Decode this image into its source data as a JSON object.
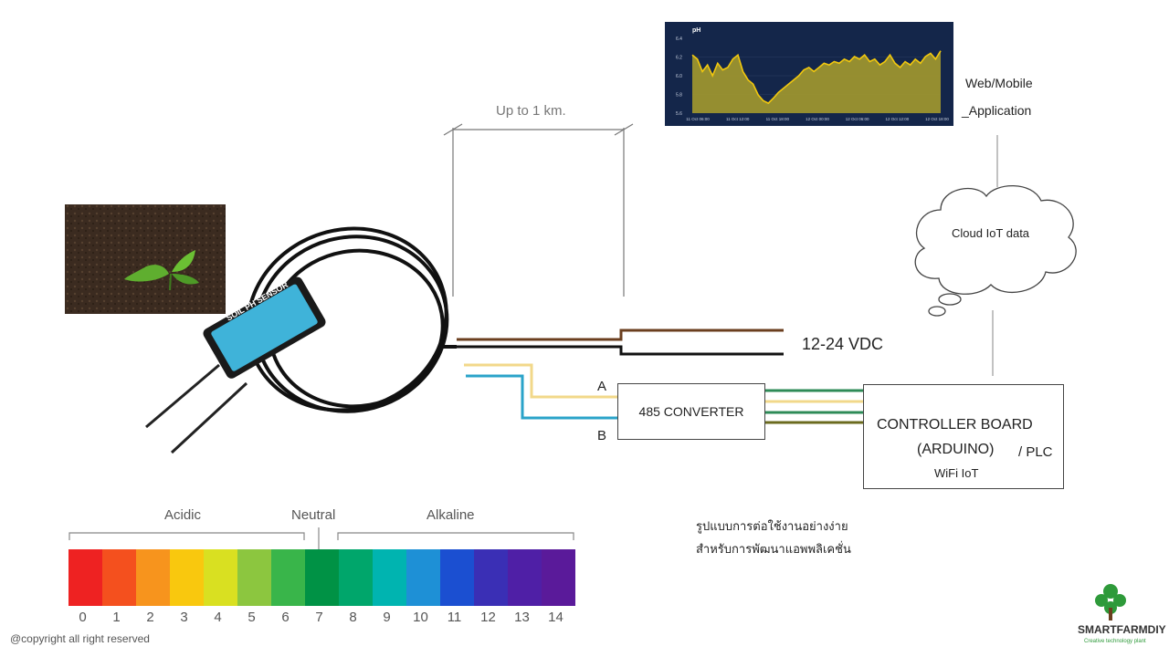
{
  "distance_label": "Up to 1 km.",
  "power_label": "12-24 VDC",
  "wire_a_label": "A",
  "wire_b_label": "B",
  "converter_label": "485 CONVERTER",
  "controller": {
    "line1": "CONTROLLER BOARD",
    "line2": "(ARDUINO)",
    "plc": "/ PLC",
    "wifi": "WiFi IoT"
  },
  "cloud_label": "Cloud IoT data",
  "app_label": {
    "line1": "Web/Mobile",
    "line2": "_Application"
  },
  "thai_note": {
    "line1": "รูปแบบการต่อใช้งานอย่างง่าย",
    "line2": "สำหรับการพัฒนาแอพพลิเคชั่น"
  },
  "sensor_text": "SOIL PH SENSOR",
  "scale": {
    "acidic": "Acidic",
    "neutral": "Neutral",
    "alkaline": "Alkaline",
    "numbers": [
      "0",
      "1",
      "2",
      "3",
      "4",
      "5",
      "6",
      "7",
      "8",
      "9",
      "10",
      "11",
      "12",
      "13",
      "14"
    ],
    "colors": [
      "#ee2222",
      "#f4501e",
      "#f7941d",
      "#f9c80e",
      "#d9e021",
      "#8cc63f",
      "#39b54a",
      "#009245",
      "#00a66b",
      "#00b4b0",
      "#1e90d6",
      "#1b4fd1",
      "#3a2fb5",
      "#4f1fa6",
      "#5a1a9a"
    ]
  },
  "chart_title": "pH",
  "chart_data": {
    "type": "area",
    "ylabel": "pH",
    "ytick_labels": [
      "6.4",
      "6.2",
      "6.0",
      "5.8",
      "5.6"
    ],
    "xtick_labels": [
      "11 Oct 06:00",
      "11 Oct 12:00",
      "11 Oct 18:00",
      "12 Oct 00:00",
      "12 Oct 06:00",
      "12 Oct 12:00",
      "12 Oct 18:00"
    ],
    "ylim": [
      5.6,
      6.5
    ],
    "values": [
      6.3,
      6.25,
      6.1,
      6.18,
      6.05,
      6.2,
      6.12,
      6.15,
      6.25,
      6.3,
      6.1,
      6.0,
      5.95,
      5.82,
      5.75,
      5.72,
      5.78,
      5.85,
      5.9,
      5.95,
      6.0,
      6.05,
      6.12,
      6.15,
      6.1,
      6.15,
      6.2,
      6.18,
      6.22,
      6.2,
      6.25,
      6.22,
      6.28,
      6.25,
      6.3,
      6.22,
      6.25,
      6.18,
      6.22,
      6.3,
      6.2,
      6.15,
      6.22,
      6.18,
      6.25,
      6.2,
      6.28,
      6.32,
      6.25,
      6.35
    ],
    "colors": {
      "background": "#14264a",
      "fill": "#a39a2e",
      "line": "#f2c80e"
    }
  },
  "brand": {
    "name": "SMARTFARMDIY",
    "tagline": "Creative technology plant"
  },
  "copyright": "@copyright  all right reserved"
}
